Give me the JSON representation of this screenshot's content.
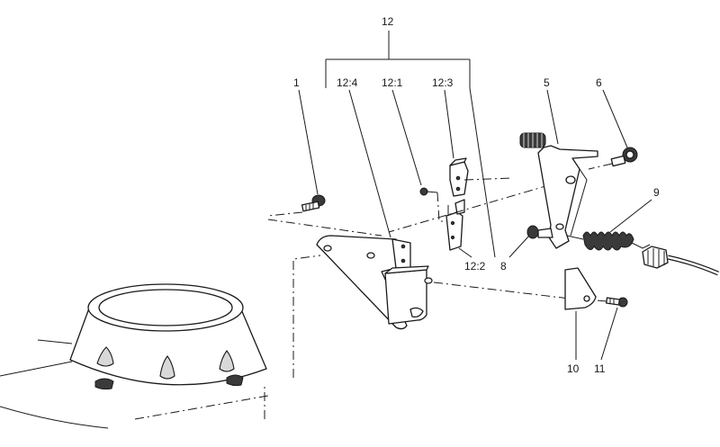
{
  "callouts": {
    "c12": "12",
    "c1": "1",
    "c12_4": "12:4",
    "c12_1": "12:1",
    "c12_3": "12:3",
    "c5": "5",
    "c6": "6",
    "c9": "9",
    "c8": "8",
    "c12_2": "12:2",
    "c10": "10",
    "c11": "11"
  }
}
